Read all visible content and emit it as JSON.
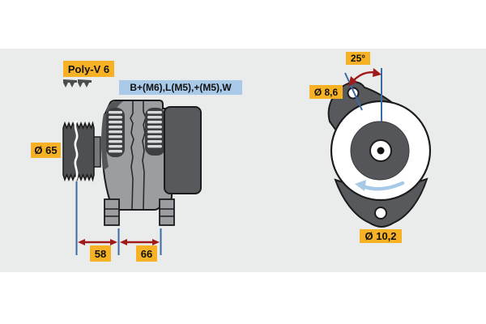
{
  "side_view": {
    "belt_label": "Poly-V 6",
    "terminal_label": "B+(M6),L(M5),+(M5),W",
    "pulley_diameter_label": "Ø 65",
    "dim_left_label": "58",
    "dim_right_label": "66"
  },
  "front_view": {
    "angle_label": "25°",
    "top_hole_label": "Ø 8,6",
    "bottom_hole_label": "Ø 10,2"
  },
  "icons": {
    "belt_profile": "poly-v-belt-profile-icon",
    "rotation": "rotation-direction-arrow-icon"
  },
  "colors": {
    "label_yellow": "#F6B224",
    "label_blue": "#A9C9E9",
    "dimension_blue": "#3A6BA5",
    "dimension_red": "#A01A1A",
    "rotation_arrow_blue": "#A6C9E8",
    "body_gray": "#9B9DA0",
    "dark_gray": "#55565A",
    "vent_light": "#D8D9DA",
    "band_gray": "#EAECEC",
    "outline": "#1C1C1E"
  }
}
